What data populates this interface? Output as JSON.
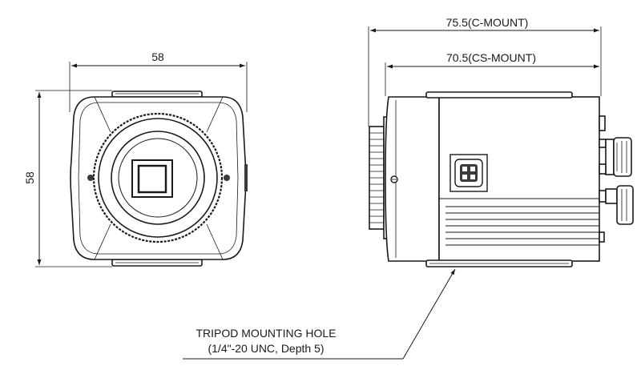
{
  "dimensions": {
    "front_width": "58",
    "front_height": "58",
    "side_c_mount": "75.5(C-MOUNT)",
    "side_cs_mount": "70.5(CS-MOUNT)"
  },
  "callout": {
    "line1": "TRIPOD MOUNTING HOLE",
    "line2": "(1/4\"-20 UNC, Depth 5)"
  },
  "colors": {
    "line": "#1a1a1a",
    "body_fill": "#ffffff",
    "shade": "#d9d9d9",
    "dark": "#3a3a3a"
  }
}
